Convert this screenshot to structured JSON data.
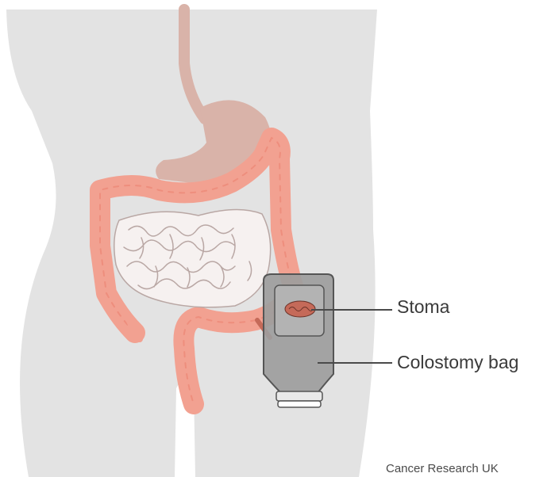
{
  "labels": {
    "stoma": "Stoma",
    "colostomy_bag": "Colostomy bag"
  },
  "credit": "Cancer Research UK",
  "colors": {
    "body": "#e3e3e3",
    "colon": "#f2a191",
    "colon_outline": "#ee8e7d",
    "stomach": "#d9b3a9",
    "small_intestine_fill": "#f6f1f0",
    "small_intestine_line": "#b9a7a4",
    "bag": "#9d9d9d",
    "bag_outline": "#555555",
    "stoma": "#c56a59",
    "leader_line": "#4a4a4a"
  }
}
